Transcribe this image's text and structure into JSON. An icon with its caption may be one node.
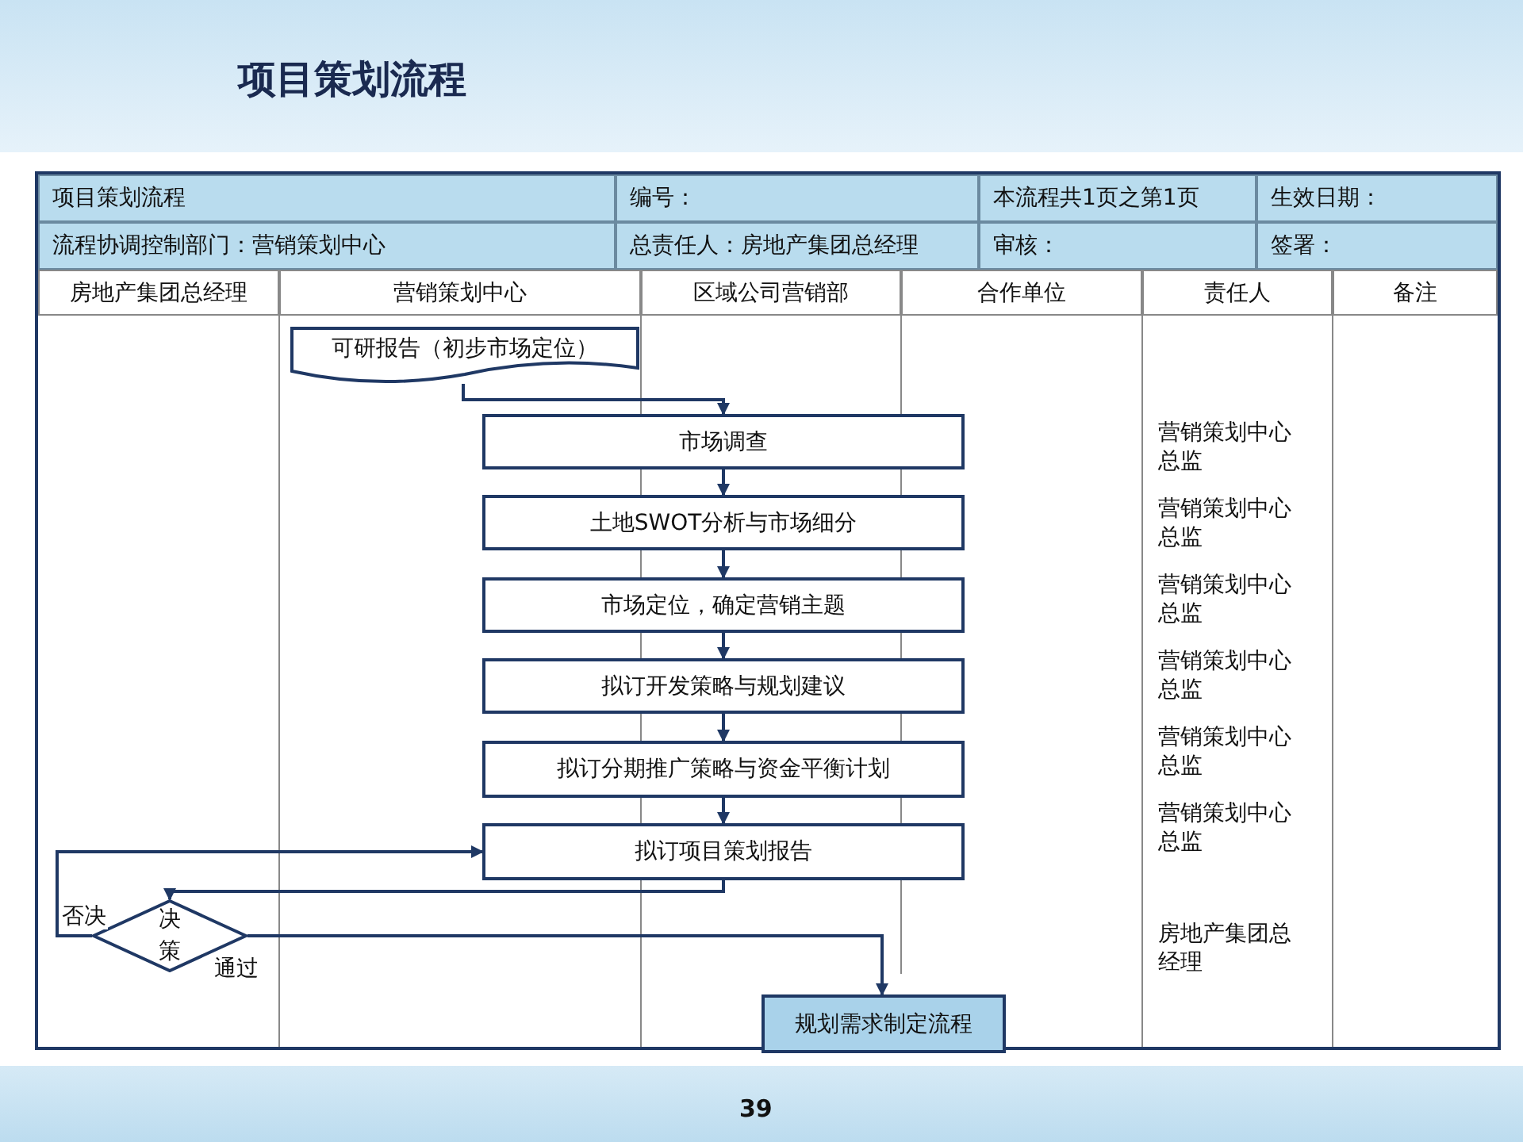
{
  "diagram": {
    "title": "项目策划流程",
    "nodes": [
      {
        "text": [
          "可研报告（初步市场定位）"
        ]
      },
      {
        "text": [
          "市场调查"
        ]
      },
      {
        "text": [
          "土地SWOT分析与市场细分"
        ]
      },
      {
        "text": [
          "市场定位，确定营销主题"
        ]
      },
      {
        "text": [
          "拟订开发策略与规划建议"
        ]
      },
      {
        "text": [
          "拟订分期推广策略与资金平衡计划"
        ]
      },
      {
        "text": [
          "拟订项目策划报告"
        ]
      },
      {
        "text": [
          "决策"
        ]
      },
      {
        "text": [
          "规划需求制定流程"
        ]
      }
    ],
    "edges": [
      {
        "from": 0,
        "to": 1,
        "arrow": "to"
      },
      {
        "from": 1,
        "to": 2,
        "arrow": "to"
      },
      {
        "from": 2,
        "to": 3,
        "arrow": "to"
      },
      {
        "from": 3,
        "to": 4,
        "arrow": "to"
      },
      {
        "from": 4,
        "to": 5,
        "arrow": "to"
      },
      {
        "from": 5,
        "to": 6,
        "arrow": "to"
      },
      {
        "from": 6,
        "to": 7,
        "arrow": "to"
      },
      {
        "from": 7,
        "to": 6,
        "arrow": "to",
        "label": "否决"
      },
      {
        "from": 7,
        "to": 8,
        "arrow": "to",
        "label": "通过"
      }
    ],
    "labels": [
      "项目策划流程",
      "编号：",
      "本流程共1页之第1页",
      "生效日期：",
      "流程协调控制部门：营销策划中心",
      "总责任人：房地产集团总经理",
      "审核：",
      "签署：",
      "房地产集团总经理",
      "营销策划中心",
      "区域公司营销部",
      "合作单位",
      "责任人",
      "备注",
      "营销策划中心总监",
      "营销策划中心总监",
      "营销策划中心总监",
      "营销策划中心总监",
      "营销策划中心总监",
      "营销策划中心总监",
      "房地产集团总经理",
      "39"
    ]
  }
}
